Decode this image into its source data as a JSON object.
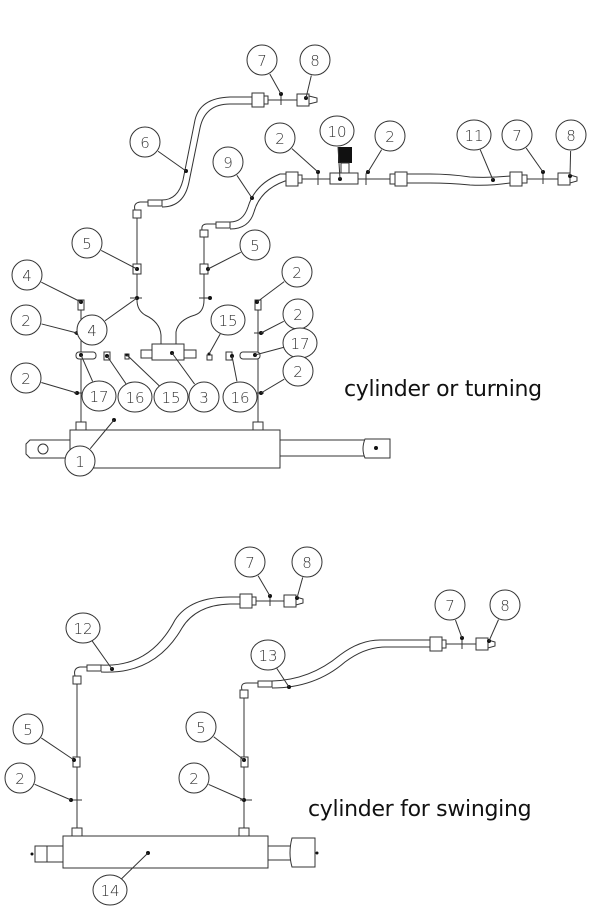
{
  "diagram": {
    "title_top": "cylinder or turning",
    "title_bottom": "cylinder for swinging",
    "colors": {
      "line": "#333333",
      "background": "#ffffff",
      "dot": "#111111"
    },
    "top_assembly": {
      "callouts": [
        "7",
        "8",
        "6",
        "2",
        "10",
        "2",
        "11",
        "7",
        "8",
        "9",
        "5",
        "5",
        "4",
        "2",
        "2",
        "4",
        "2",
        "15",
        "17",
        "2",
        "17",
        "16",
        "15",
        "3",
        "16",
        "2",
        "1"
      ]
    },
    "bottom_assembly": {
      "callouts": [
        "7",
        "8",
        "12",
        "7",
        "8",
        "13",
        "5",
        "5",
        "2",
        "2",
        "14"
      ]
    }
  }
}
